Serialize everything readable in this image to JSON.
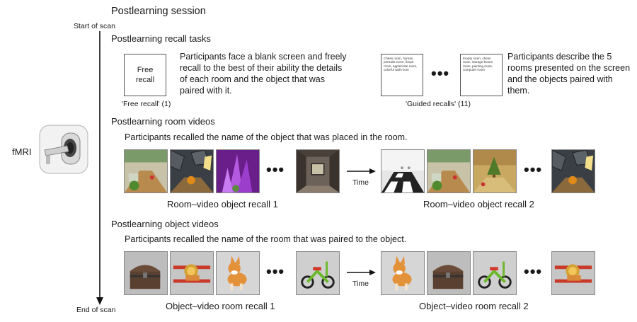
{
  "title": "Postlearning session",
  "timeline": {
    "start_label": "Start of scan",
    "end_label": "End of scan",
    "modality_label": "fMRI"
  },
  "recall_tasks": {
    "heading": "Postlearning recall tasks",
    "free_recall": {
      "card_text": "Free recall",
      "caption": "'Free recall' (1)",
      "description": "Participants face a blank screen and freely recall to the best of their ability the details of each room and the object that was paired with it."
    },
    "guided_recall": {
      "card1_text": "Chess room, human portraits room, firepit room, applecrate room, colorful wall room",
      "card2_text": "Empty room, chess room, storage boxes room, painting room, computer room",
      "caption": "'Guided recalls' (11)",
      "description": "Participants describe the 5 rooms presented on the screen and the objects paired with them."
    }
  },
  "room_videos": {
    "heading": "Postlearning room videos",
    "description": "Participants recalled the name of the object that was placed in the room.",
    "recall1_label": "Room–video object recall 1",
    "recall2_label": "Room–video object recall 2",
    "time_label": "Time",
    "frames": [
      "room-with-apple-crate",
      "room-with-firepit",
      "room-with-purple-crystals",
      "room-with-painting",
      "room-with-chess-floor",
      "room-with-apple-crate",
      "room-with-tree",
      "room-with-firepit"
    ]
  },
  "object_videos": {
    "heading": "Postlearning object videos",
    "description": "Participants recalled the name of the room that was paired to the object.",
    "recall1_label": "Object–video room recall 1",
    "recall2_label": "Object–video room recall 2",
    "time_label": "Time",
    "frames": [
      "treasure-chest",
      "lion-biplane",
      "corgi-dog",
      "tricycle",
      "corgi-dog",
      "treasure-chest",
      "tricycle",
      "lion-biplane"
    ]
  },
  "ellipsis": "•••",
  "icons": [
    "fmri-scanner-icon",
    "timeline-arrow-icon",
    "time-arrow-icon"
  ]
}
